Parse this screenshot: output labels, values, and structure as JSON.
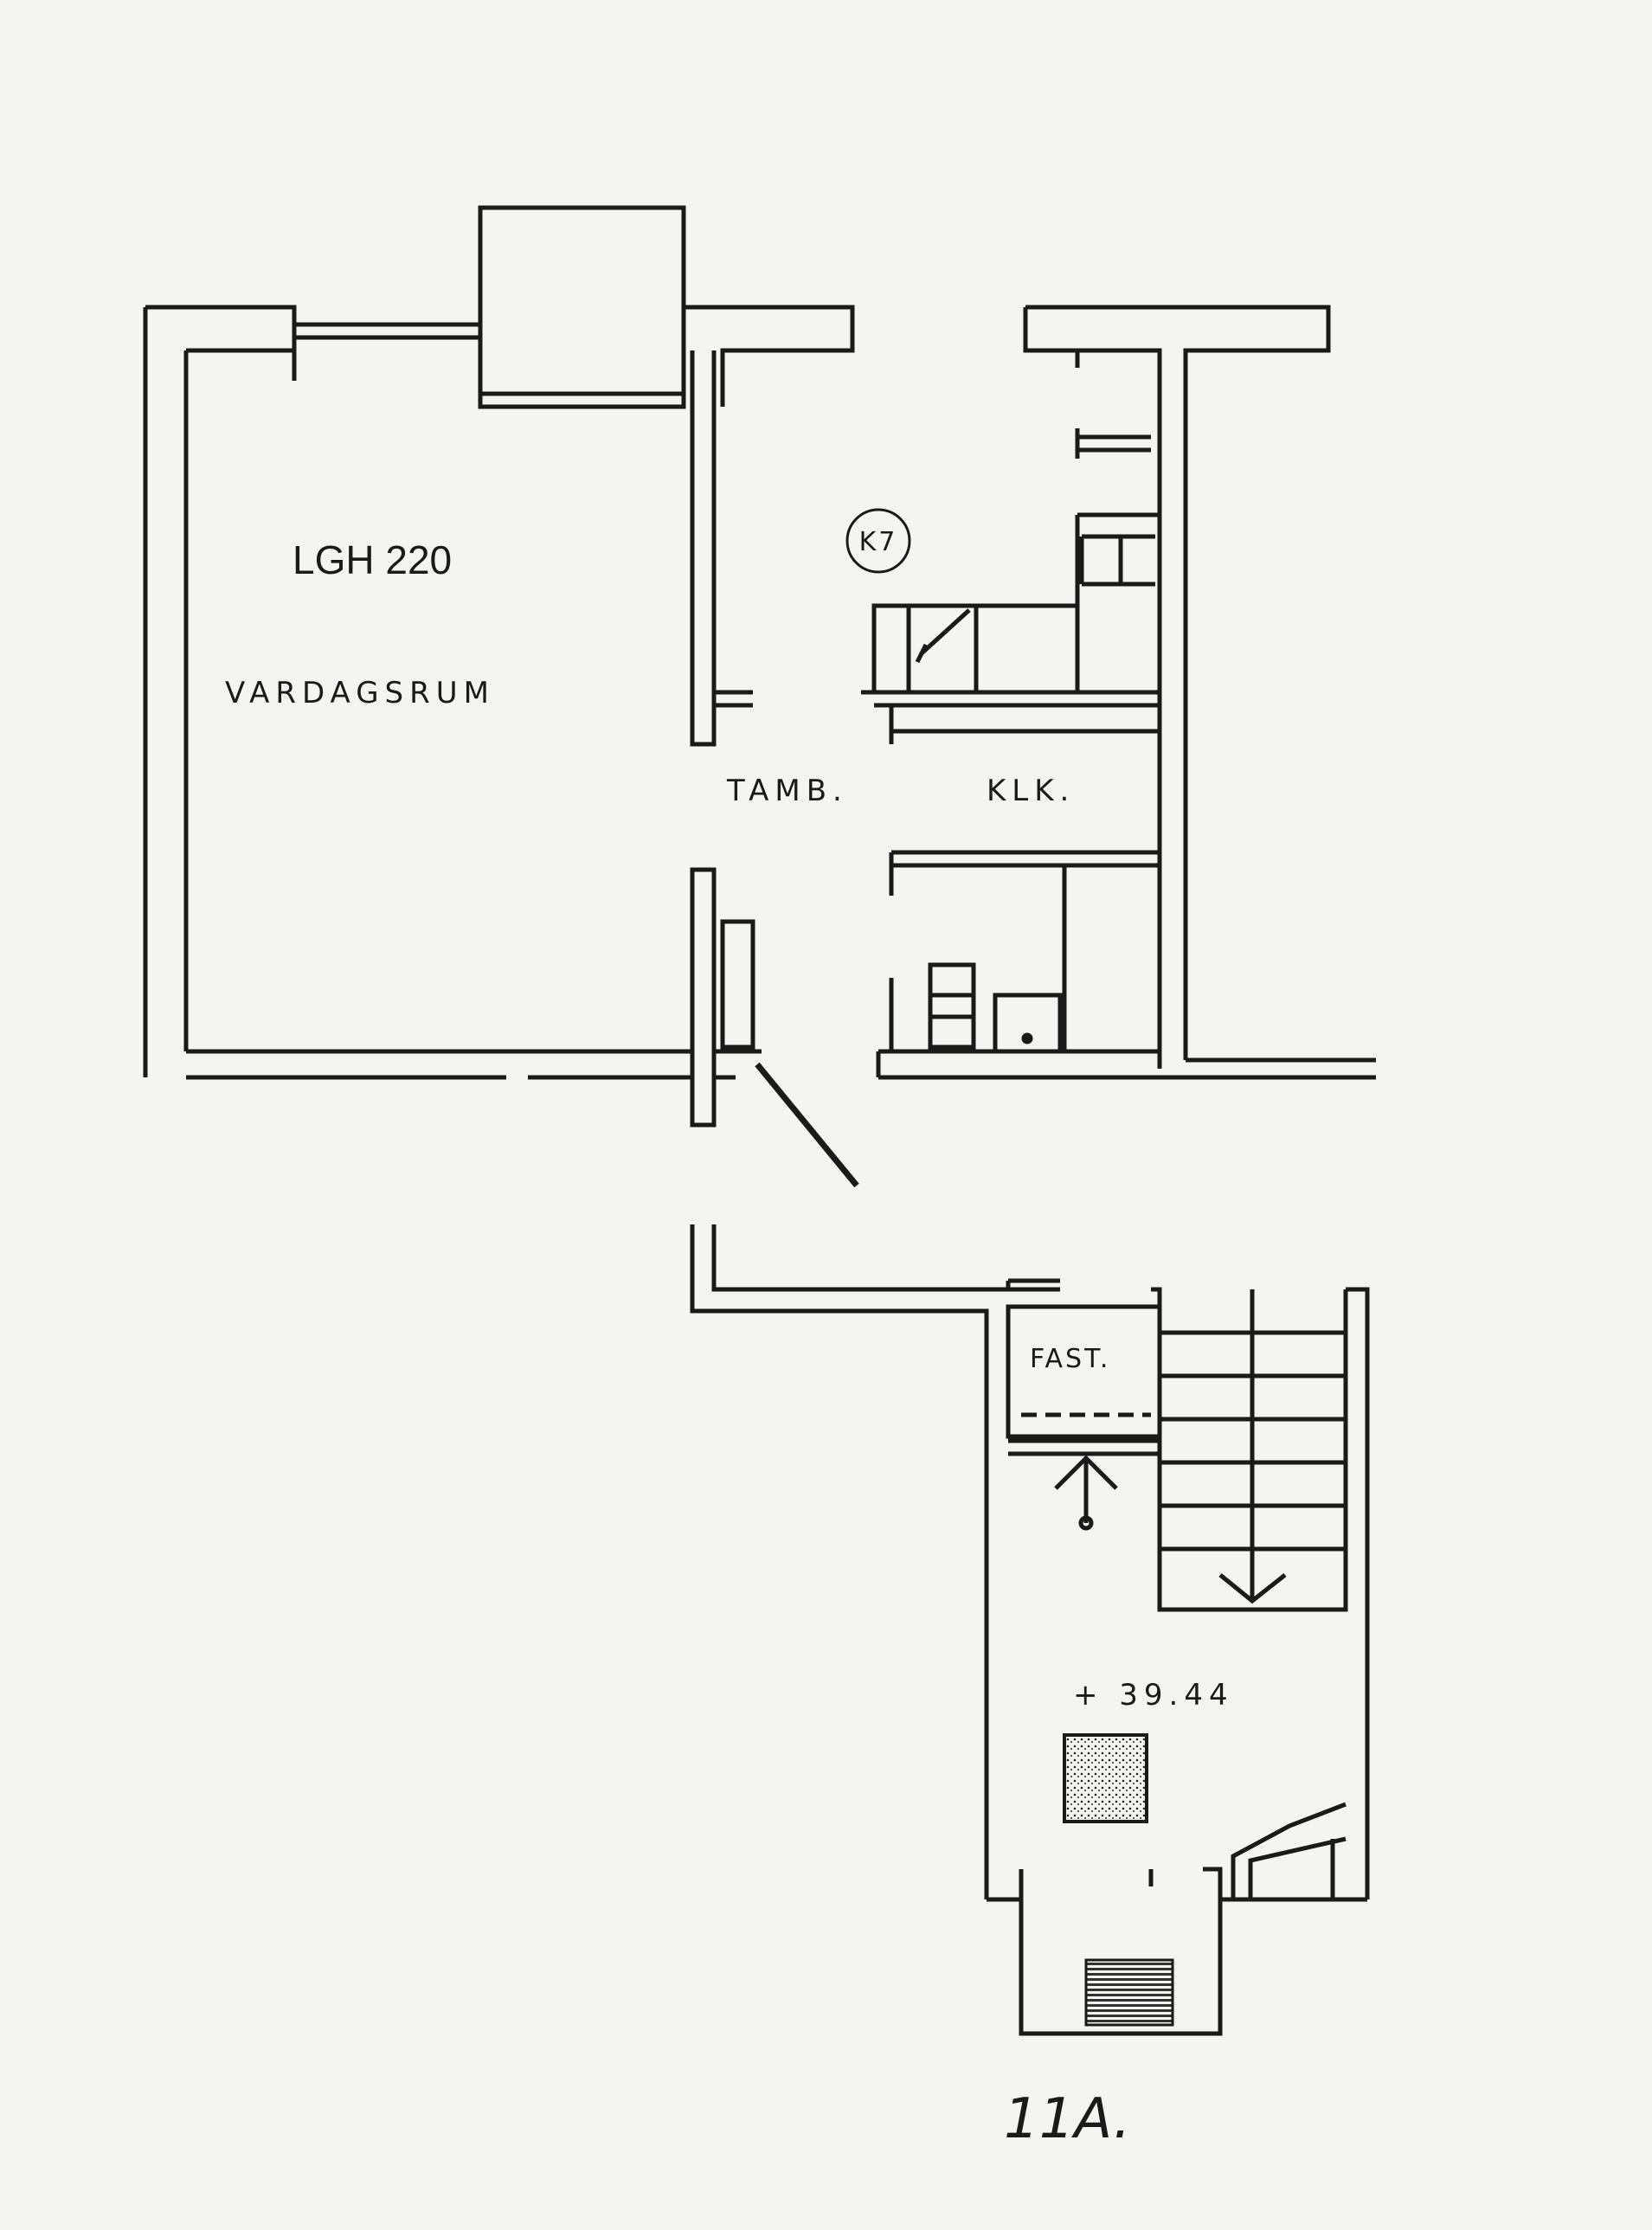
{
  "plan": {
    "apartment": "LGH 220",
    "rooms": {
      "living_room": "VARDAGSRUM",
      "hall": "TAMB.",
      "kitchen": "KLK."
    },
    "tag": "K7",
    "fixed_storage": "FAST.",
    "elevation": "+ 39.44",
    "sheet_mark": "11A."
  },
  "colors": {
    "ink": "#1a1a1a",
    "paper": "#f4f4f2"
  }
}
